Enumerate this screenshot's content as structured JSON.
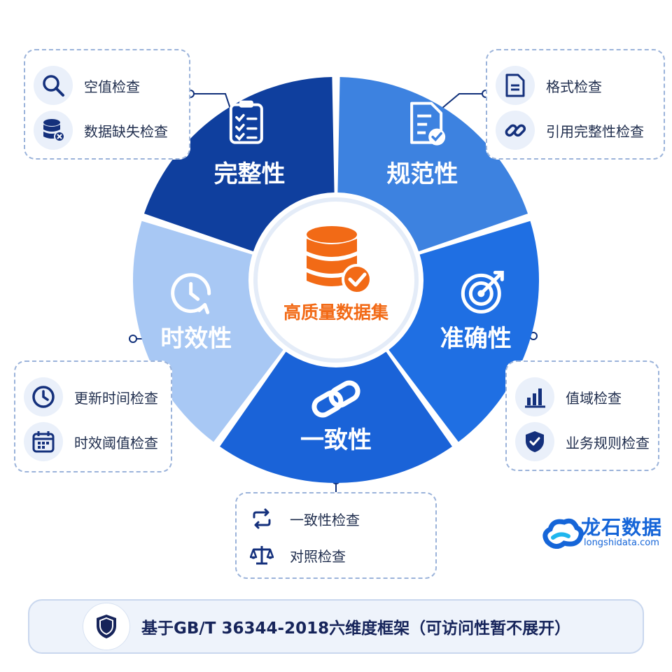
{
  "center": {
    "label": "高质量数据集",
    "icon": "database-check-icon"
  },
  "dimensions": [
    {
      "id": "completeness",
      "label": "完整性",
      "color": "#0f3f9e",
      "icon": "clipboard-checklist-icon",
      "checks": [
        {
          "label": "空值检查",
          "icon": "magnifier-icon"
        },
        {
          "label": "数据缺失检查",
          "icon": "database-x-icon"
        }
      ]
    },
    {
      "id": "standard",
      "label": "规范性",
      "color": "#3d82e0",
      "icon": "document-check-icon",
      "checks": [
        {
          "label": "格式检查",
          "icon": "document-icon"
        },
        {
          "label": "引用完整性检查",
          "icon": "link-icon"
        }
      ]
    },
    {
      "id": "accuracy",
      "label": "准确性",
      "color": "#1f6fe3",
      "icon": "target-icon",
      "checks": [
        {
          "label": "值域检查",
          "icon": "bar-chart-icon"
        },
        {
          "label": "业务规则检查",
          "icon": "shield-check-icon"
        }
      ]
    },
    {
      "id": "consistency",
      "label": "一致性",
      "color": "#1a63d8",
      "icon": "chain-link-icon",
      "checks": [
        {
          "label": "一致性检查",
          "icon": "sync-icon"
        },
        {
          "label": "对照检查",
          "icon": "scale-icon"
        }
      ]
    },
    {
      "id": "timeliness",
      "label": "时效性",
      "color": "#a8c8f4",
      "icon": "clock-arrow-icon",
      "checks": [
        {
          "label": "更新时间检查",
          "icon": "clock-icon"
        },
        {
          "label": "时效阈值检查",
          "icon": "calendar-icon"
        }
      ]
    }
  ],
  "logo": {
    "name": "龙石数据",
    "url": "longshidata.com"
  },
  "footer": {
    "note": "基于GB/T 36344-2018六维度框架（可访问性暂不展开）",
    "icon": "shield-icon"
  }
}
